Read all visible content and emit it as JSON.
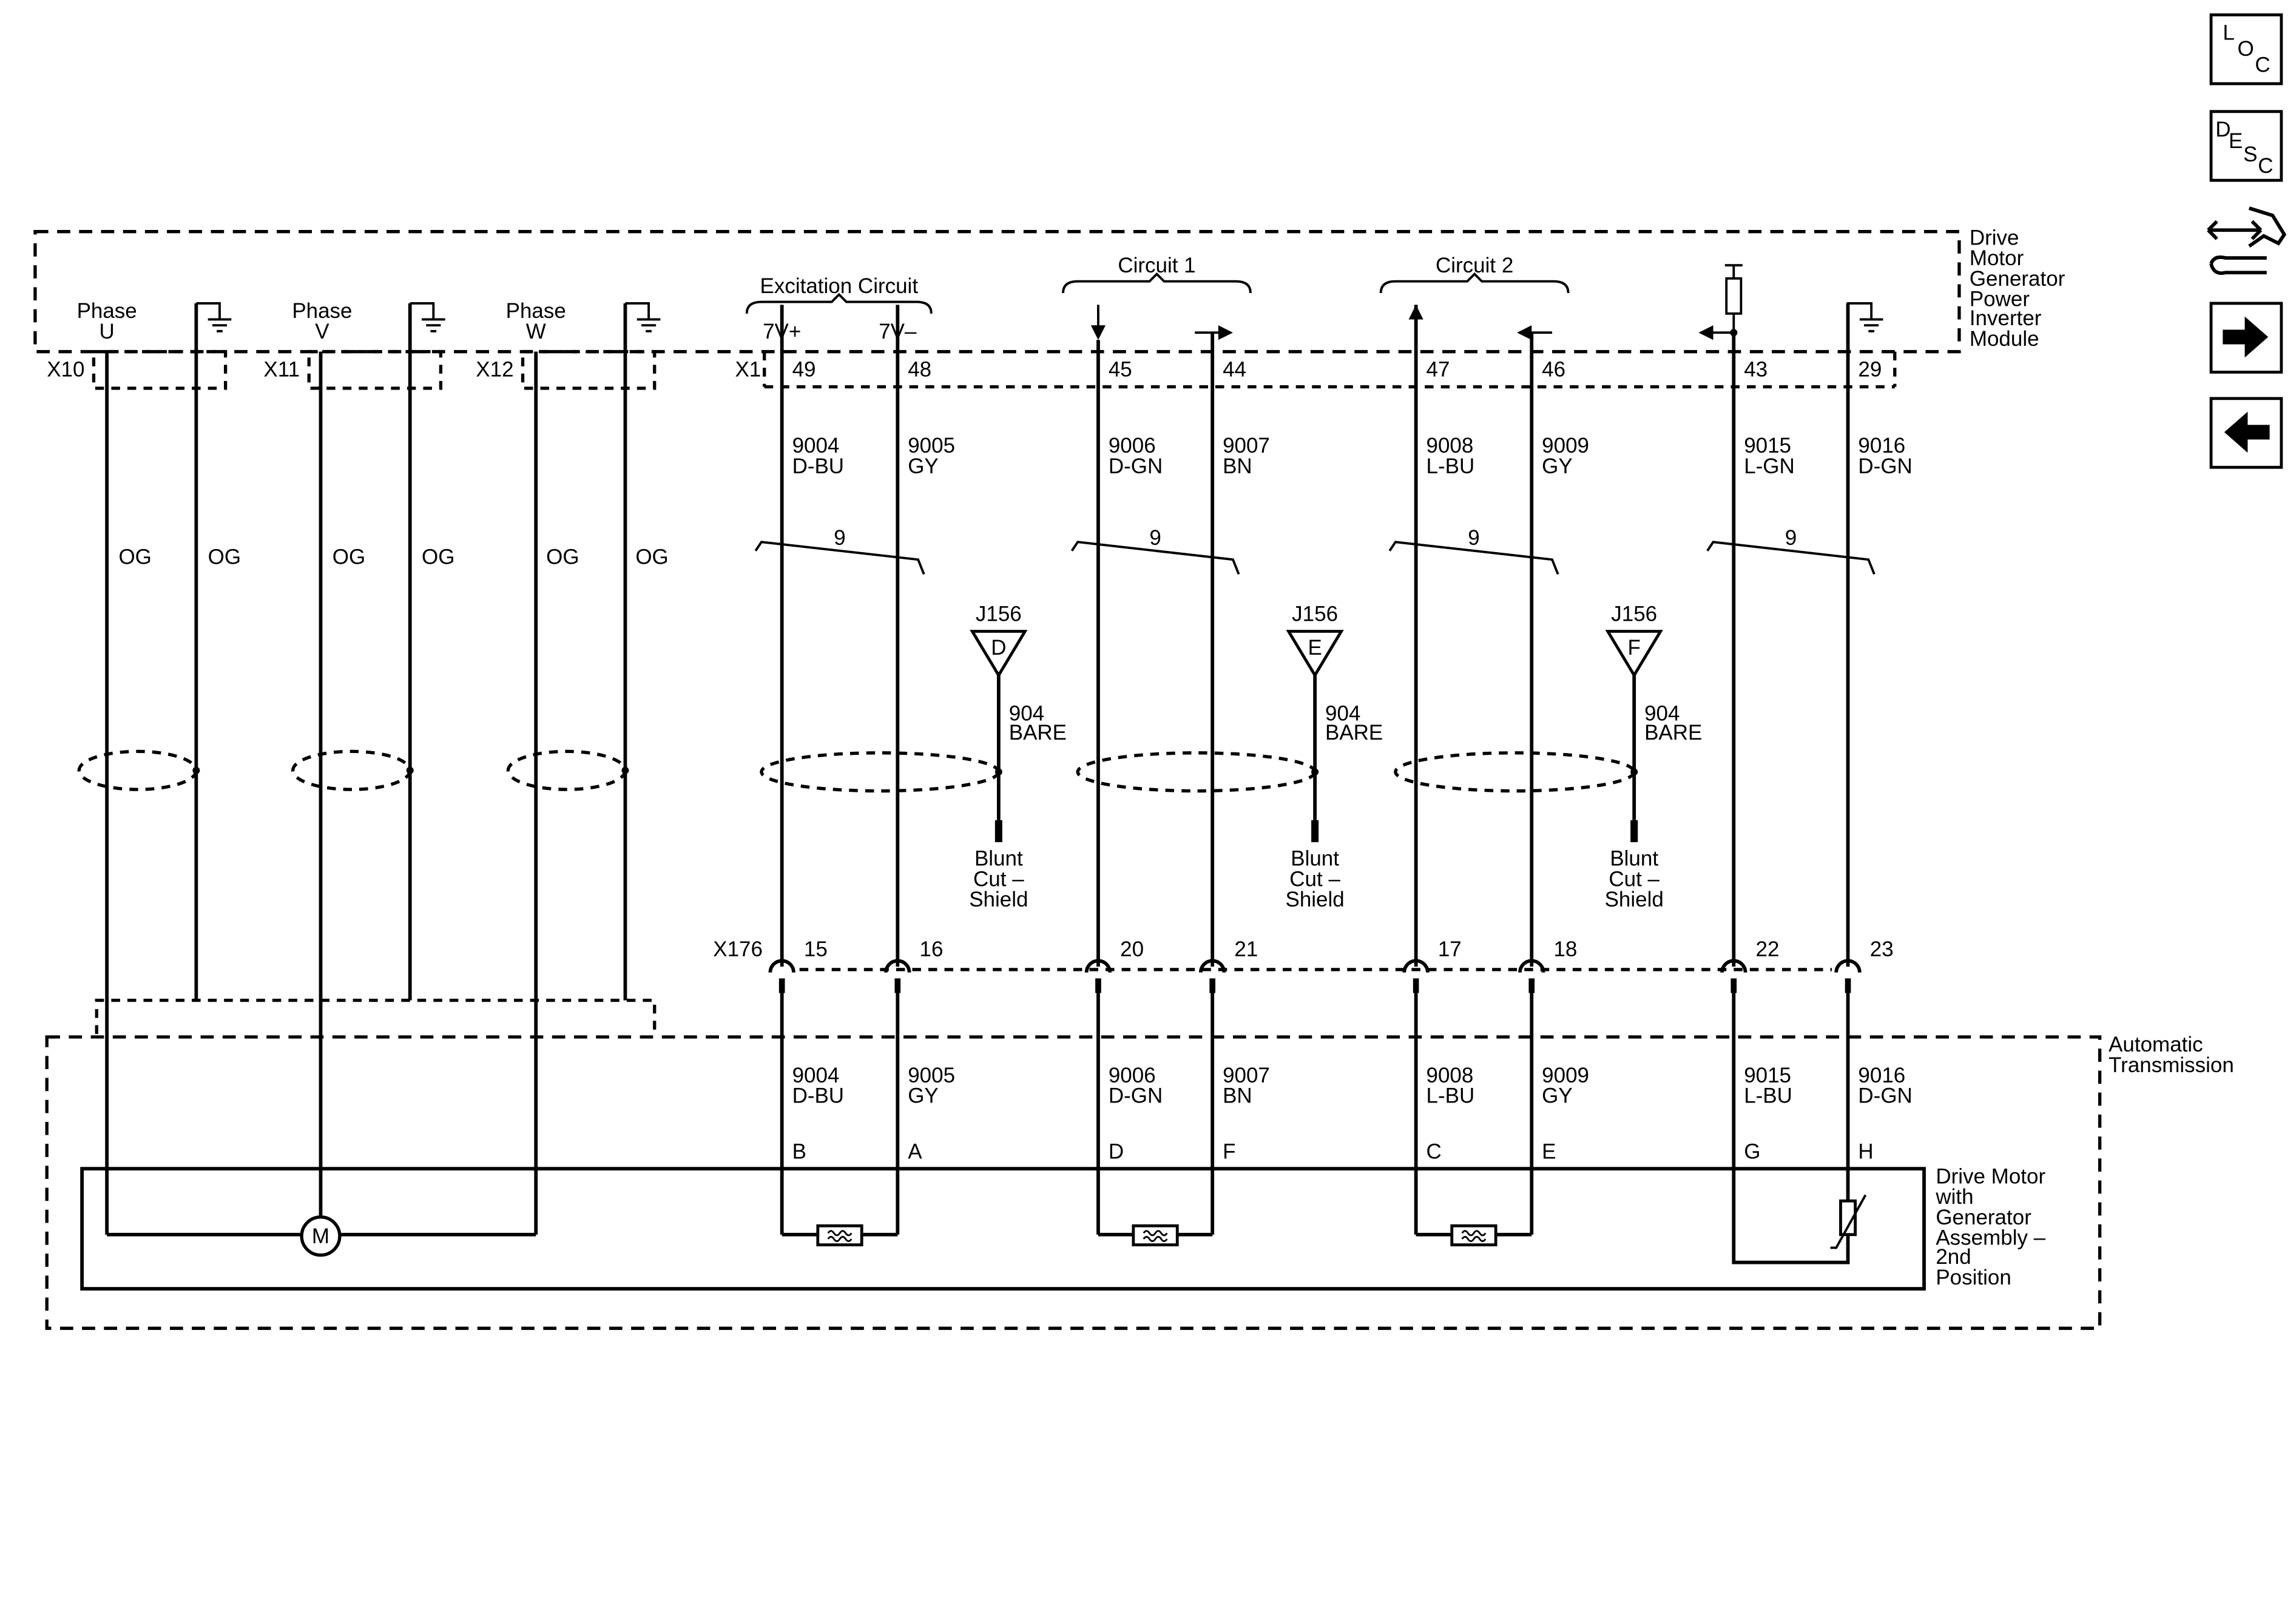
{
  "modules": {
    "inverter": [
      "Drive",
      "Motor",
      "Generator",
      "Power",
      "Inverter",
      "Module"
    ],
    "transmission": [
      "Automatic",
      "Transmission"
    ],
    "motor_assembly": [
      "Drive Motor",
      "with",
      "Generator",
      "Assembly –",
      "2nd",
      "Position"
    ]
  },
  "phases": [
    {
      "label": "Phase",
      "letter": "U",
      "connector": "X10",
      "wire_a": "OG",
      "wire_b": "OG"
    },
    {
      "label": "Phase",
      "letter": "V",
      "connector": "X11",
      "wire_a": "OG",
      "wire_b": "OG"
    },
    {
      "label": "Phase",
      "letter": "W",
      "connector": "X12",
      "wire_a": "OG",
      "wire_b": "OG"
    }
  ],
  "motor_symbol": "M",
  "groups": {
    "excitation": "Excitation Circuit",
    "circuit1": "Circuit 1",
    "circuit2": "Circuit 2"
  },
  "pin_labels": {
    "plus": "7V+",
    "minus": "7V–"
  },
  "x1_connector": "X1",
  "x176_connector": "X176",
  "twist_count": "9",
  "wires": [
    {
      "top_pin": "49",
      "circuit": "9004",
      "color": "D-BU",
      "bottom_pin": "15",
      "low_circuit": "9004",
      "low_color": "D-BU",
      "term": "B"
    },
    {
      "top_pin": "48",
      "circuit": "9005",
      "color": "GY",
      "bottom_pin": "16",
      "low_circuit": "9005",
      "low_color": "GY",
      "term": "A"
    },
    {
      "top_pin": "45",
      "circuit": "9006",
      "color": "D-GN",
      "bottom_pin": "20",
      "low_circuit": "9006",
      "low_color": "D-GN",
      "term": "D"
    },
    {
      "top_pin": "44",
      "circuit": "9007",
      "color": "BN",
      "bottom_pin": "21",
      "low_circuit": "9007",
      "low_color": "BN",
      "term": "F"
    },
    {
      "top_pin": "47",
      "circuit": "9008",
      "color": "L-BU",
      "bottom_pin": "17",
      "low_circuit": "9008",
      "low_color": "L-BU",
      "term": "C"
    },
    {
      "top_pin": "46",
      "circuit": "9009",
      "color": "GY",
      "bottom_pin": "18",
      "low_circuit": "9009",
      "low_color": "GY",
      "term": "E"
    },
    {
      "top_pin": "43",
      "circuit": "9015",
      "color": "L-GN",
      "bottom_pin": "22",
      "low_circuit": "9015",
      "low_color": "L-BU",
      "term": "G"
    },
    {
      "top_pin": "29",
      "circuit": "9016",
      "color": "D-GN",
      "bottom_pin": "23",
      "low_circuit": "9016",
      "low_color": "D-GN",
      "term": "H"
    }
  ],
  "shields": [
    {
      "splice": "J156",
      "letter": "D",
      "circuit": "904",
      "color": "BARE",
      "end": [
        "Blunt",
        "Cut –",
        "Shield"
      ]
    },
    {
      "splice": "J156",
      "letter": "E",
      "circuit": "904",
      "color": "BARE",
      "end": [
        "Blunt",
        "Cut –",
        "Shield"
      ]
    },
    {
      "splice": "J156",
      "letter": "F",
      "circuit": "904",
      "color": "BARE",
      "end": [
        "Blunt",
        "Cut –",
        "Shield"
      ]
    }
  ],
  "nav": {
    "loc": {
      "l1": "L",
      "l2": "O",
      "l3": "C"
    },
    "desc": {
      "l1": "D",
      "l2": "E",
      "l3": "S",
      "l4": "C"
    },
    "service_icon": "connector-service-icon",
    "next_icon": "right-arrow-icon",
    "prev_icon": "left-arrow-icon"
  }
}
